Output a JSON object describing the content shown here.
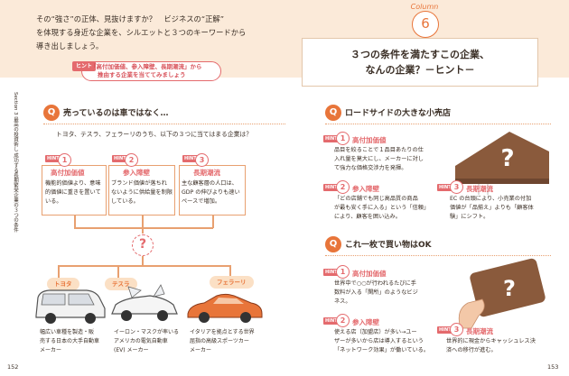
{
  "header": {
    "intro_lines": [
      "その“強さ”の正体、見抜けますか？　ビジネスの“正解”",
      "を体現する身近な企業を、シルエットと３つのキーワードから",
      "導き出しましょう。"
    ],
    "hint_tag": "ヒント",
    "hint_lines": [
      "「高付加価値、参入障壁、長期潮流」から",
      "推由する企業を当ててみましょう"
    ],
    "column_label": "Column",
    "column_number": "6",
    "title_line1": "３つの条件を満たすこの企業、",
    "title_line2": "なんの企業？－ヒント－"
  },
  "left": {
    "side_label": "Section 3 最高の投資術し 成功する長期繁栄企業の３つの条件",
    "question_mark": "Q",
    "heading": "売っているのは車ではなく…",
    "lead": "トヨタ、テスラ、フェラーリのうち、以下の３つに当てはまる企業は？",
    "hint_word": "HINT",
    "cards": [
      {
        "num": "1",
        "title": "高付加価値",
        "body": [
          "機能的価値より、意味",
          "的価値に重きを置いて",
          "いる。"
        ]
      },
      {
        "num": "2",
        "title": "参入障壁",
        "body": [
          "ブランド価値が落ちれ",
          "ないように供給量を制限",
          "している。"
        ]
      },
      {
        "num": "3",
        "title": "長期潮流",
        "body": [
          "主な顧客層の人口は、",
          "GDP の伸びよりも速い",
          "ペースで増加。"
        ]
      }
    ],
    "q_symbol": "?",
    "brands": [
      {
        "name": "トヨタ",
        "desc": [
          "幅広い車種を製造・販",
          "売する日本の大手自動車",
          "メーカー"
        ]
      },
      {
        "name": "テスラ",
        "desc": [
          "イーロン・マスクが率いる",
          "アメリカの電気自動車",
          "(EV) メーカー"
        ]
      },
      {
        "name": "フェラーリ",
        "desc": [
          "イタリアを拠点とする世界",
          "屈指の高級スポーツカー",
          "メーカー"
        ]
      }
    ],
    "page_number": "152"
  },
  "right": {
    "q1": {
      "question_mark": "Q",
      "heading": "ロードサイドの大きな小売店",
      "hints": [
        {
          "num": "1",
          "title": "高付加価値",
          "body": [
            "品目を絞ることで１品目あたりの仕",
            "入れ量を莫大にし、メーカーに対し",
            "て強力な価格交渉力を発揮。"
          ]
        },
        {
          "num": "2",
          "title": "参入障壁",
          "body": [
            "「どの店舗でも同じ高品質の商品",
            "が最も安く手に入る」という「信頼」",
            "により、顧客を囲い込み。"
          ]
        },
        {
          "num": "3",
          "title": "長期潮流",
          "body": [
            "EC の台頭により、小売業の付加",
            "価値が「品揃え」よりも「顧客体",
            "験」にシフト。"
          ]
        }
      ]
    },
    "q2": {
      "question_mark": "Q",
      "heading": "これ一枚で買い物はOK",
      "hints": [
        {
          "num": "1",
          "title": "高付加価値",
          "body": [
            "世界中で○○が行われるたびに手",
            "数料が入る「関所」のようなビジ",
            "ネス。"
          ]
        },
        {
          "num": "2",
          "title": "参入障壁",
          "body": [
            "使える店（加盟店）が多い→ユー",
            "ザーが多いから店は導入するという",
            "「ネットワーク効果」が働いている。"
          ]
        },
        {
          "num": "3",
          "title": "長期潮流",
          "body": [
            "世界的に現金からキャッシュレス決",
            "済への移行が進む。"
          ]
        }
      ]
    },
    "q_symbol": "?",
    "page_number": "153"
  },
  "colors": {
    "accent": "#e8753a",
    "pink": "#e46a6d",
    "header_bg": "#fbead9"
  }
}
